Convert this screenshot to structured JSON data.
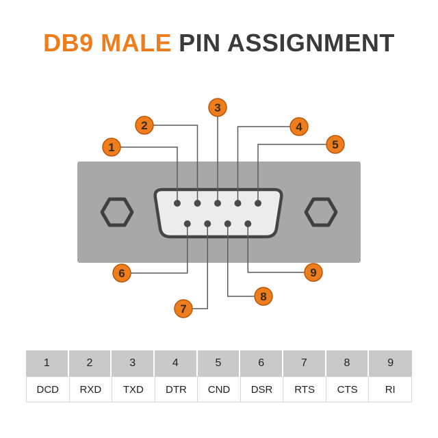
{
  "title": {
    "highlight": "DB9 MALE",
    "rest": "PIN ASSIGNMENT"
  },
  "colors": {
    "accent": "#ee7d1e",
    "title_text": "#3a3a3a",
    "connector_body": "#a8a8a8",
    "shell_fill": "#ececec",
    "outline": "#454545",
    "table_header_bg": "#c9c9c9"
  },
  "diagram": {
    "pin_numbers": [
      "1",
      "2",
      "3",
      "4",
      "5",
      "6",
      "7",
      "8",
      "9"
    ]
  },
  "table": {
    "pin_row": [
      "1",
      "2",
      "3",
      "4",
      "5",
      "6",
      "7",
      "8",
      "9"
    ],
    "signal_row": [
      "DCD",
      "RXD",
      "TXD",
      "DTR",
      "CND",
      "DSR",
      "RTS",
      "CTS",
      "RI"
    ]
  }
}
